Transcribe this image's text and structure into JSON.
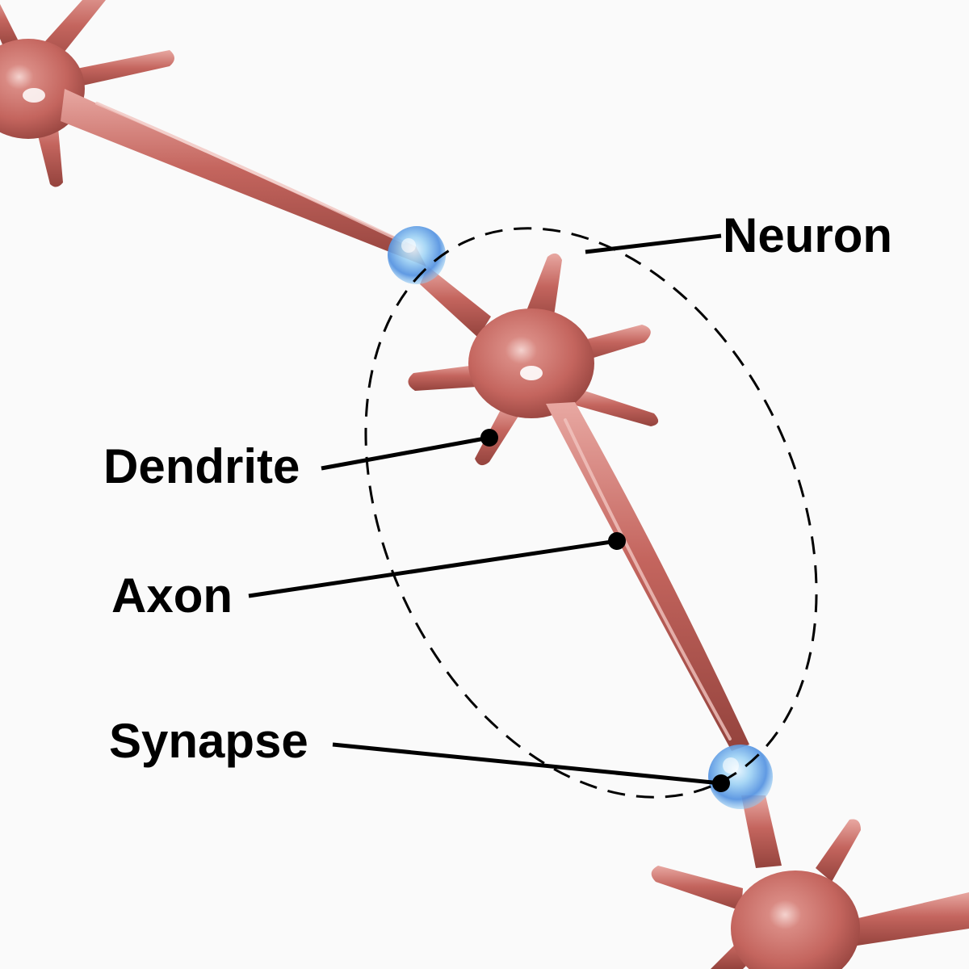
{
  "labels": {
    "neuron": "Neuron",
    "dendrite": "Dendrite",
    "axon": "Axon",
    "synapse": "Synapse"
  },
  "colors": {
    "background": "#fafafa",
    "neuron_body": "#c4655e",
    "neuron_shadow": "#8f3f3a",
    "neuron_highlight": "#f2c9c4",
    "synapse_glow": "#8ec8f2",
    "synapse_core": "#3a6fd8",
    "leader_line": "#000000",
    "outline_dash": "#000000"
  }
}
